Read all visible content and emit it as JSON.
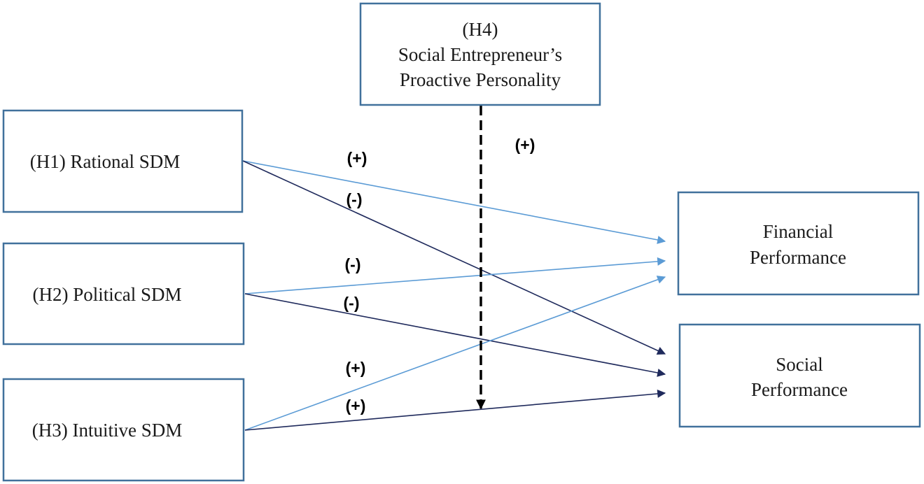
{
  "colors": {
    "box_border": "#41719c",
    "arrow_light": "#5b9bd5",
    "arrow_dark": "#1f2a5c",
    "moderator": "#000000"
  },
  "boxes": {
    "h4": {
      "line1": "(H4)",
      "line2": "Social Entrepreneur’s",
      "line3": "Proactive Personality"
    },
    "h1": {
      "label": "(H1) Rational SDM"
    },
    "h2": {
      "label": "(H2) Political SDM"
    },
    "h3": {
      "label": "(H3) Intuitive SDM"
    },
    "financial": {
      "line1": "Financial",
      "line2": "Performance"
    },
    "social": {
      "line1": "Social",
      "line2": "Performance"
    }
  },
  "signs": {
    "moderation": "(+)",
    "h1_financial": "(+)",
    "h1_social": "(-)",
    "h2_financial": "(-)",
    "h2_social": "(-)",
    "h3_financial": "(+)",
    "h3_social": "(+)"
  }
}
